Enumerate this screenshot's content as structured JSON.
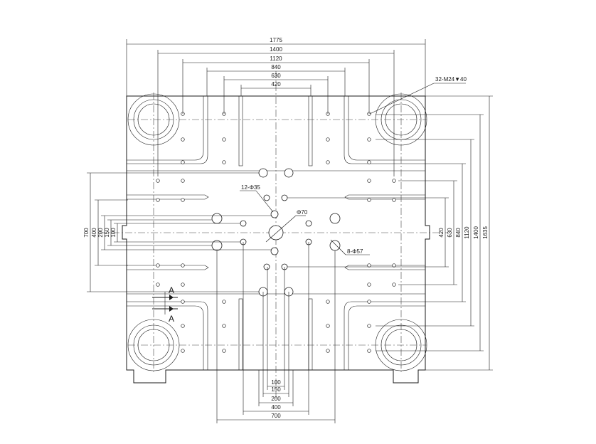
{
  "drawing": {
    "top_dims": [
      "1775",
      "1400",
      "1120",
      "840",
      "630",
      "420"
    ],
    "bottom_dims": [
      "100",
      "150",
      "200",
      "400",
      "700"
    ],
    "left_dims": [
      "700",
      "400",
      "200",
      "150",
      "100"
    ],
    "right_dims": [
      "420",
      "630",
      "840",
      "1120",
      "1400",
      "1635"
    ],
    "callouts": {
      "tapped_holes": "32-M24▼40",
      "holes_35": "12-Φ35",
      "center_hole": "Φ70",
      "holes_57": "8-Φ57"
    },
    "section_mark": "A"
  }
}
